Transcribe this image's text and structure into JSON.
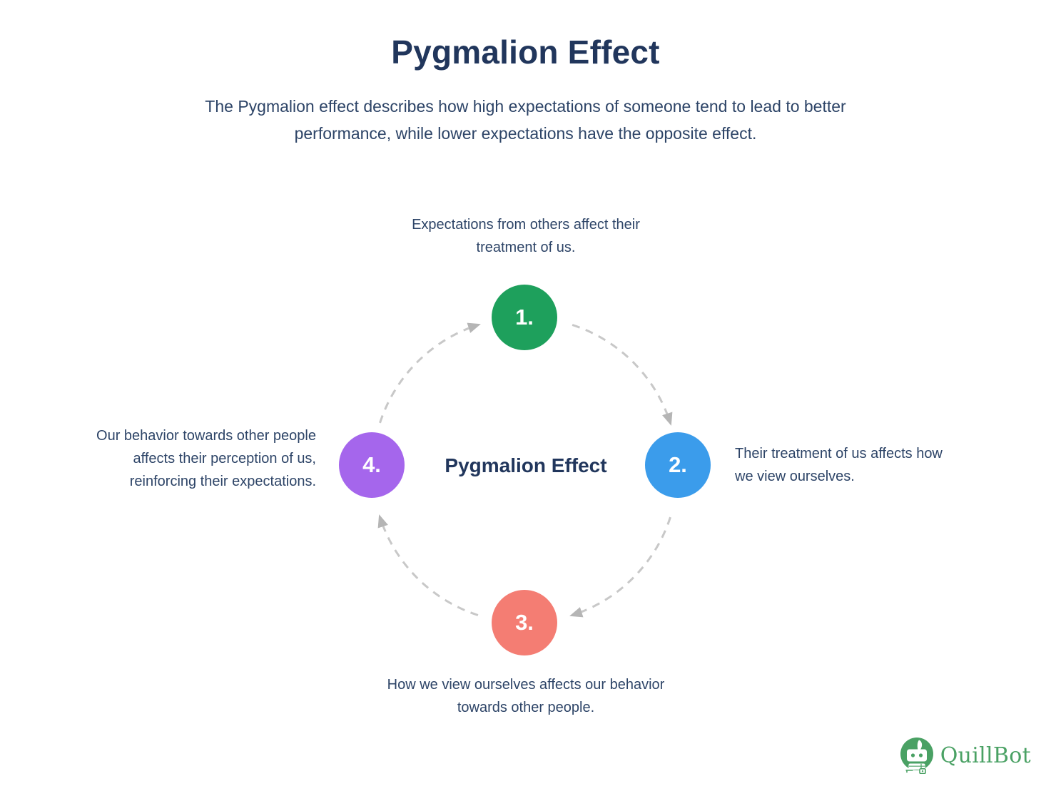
{
  "page": {
    "title": "Pygmalion Effect",
    "subtitle": "The Pygmalion effect describes how high expectations of someone tend to lead to better\nperformance, while lower expectations have the opposite effect."
  },
  "diagram": {
    "center_label": "Pygmalion Effect",
    "arrow_color": "#c8c8c8",
    "arrowhead_color": "#b5b5b5",
    "steps": [
      {
        "number": "1.",
        "color": "#1ea05c",
        "description": "Expectations from others affect their\ntreatment of us."
      },
      {
        "number": "2.",
        "color": "#3b9ceb",
        "description": "Their treatment of us affects how\nwe view ourselves."
      },
      {
        "number": "3.",
        "color": "#f47d73",
        "description": "How we view ourselves affects our behavior\ntowards other people."
      },
      {
        "number": "4.",
        "color": "#a566ec",
        "description": "Our behavior towards other people\naffects their perception of us,\nreinforcing their expectations."
      }
    ]
  },
  "footer": {
    "brand_name": "QuillBot",
    "brand_color": "#4aa164"
  }
}
